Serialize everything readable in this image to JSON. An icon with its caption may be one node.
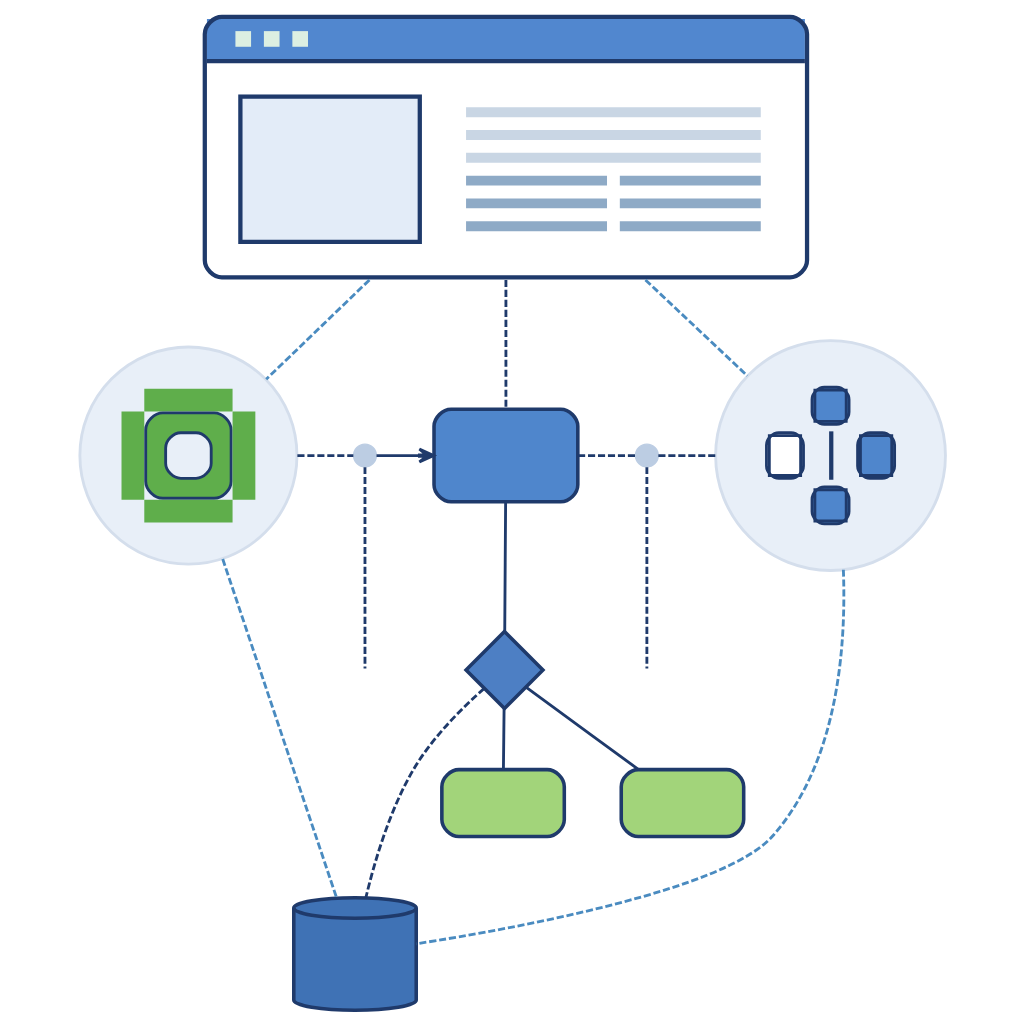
{
  "diagram": {
    "nodes": [
      {
        "text": [],
        "shape": "picture"
      },
      {
        "text": [],
        "shape": "picture"
      },
      {
        "text": [],
        "shape": "circle"
      },
      {
        "text": [],
        "shape": "box"
      },
      {
        "text": [],
        "shape": "circle"
      },
      {
        "text": [],
        "shape": "picture"
      },
      {
        "text": [],
        "shape": "diamond"
      },
      {
        "text": [],
        "shape": "box"
      },
      {
        "text": [],
        "shape": "box"
      },
      {
        "text": [],
        "shape": "cylinder"
      }
    ],
    "edges": [
      {
        "from": 0,
        "to": 3,
        "arrow": "none",
        "style": "dashed"
      },
      {
        "from": 2,
        "to": 3,
        "arrow": "to"
      },
      {
        "from": 1,
        "to": 2,
        "arrow": "none",
        "style": "dashed"
      },
      {
        "from": 2,
        "to": null,
        "arrow": "none",
        "style": "dashed"
      },
      {
        "from": 3,
        "to": 4,
        "arrow": "none",
        "style": "dashed"
      },
      {
        "from": 4,
        "to": 5,
        "arrow": "none",
        "style": "dashed"
      },
      {
        "from": 4,
        "to": null,
        "arrow": "none",
        "style": "dashed"
      },
      {
        "from": 3,
        "to": 6,
        "arrow": "none"
      },
      {
        "from": 6,
        "to": 7,
        "arrow": "none"
      },
      {
        "from": 6,
        "to": 8,
        "arrow": "none"
      },
      {
        "from": 6,
        "to": 9,
        "arrow": "none",
        "style": "dashed"
      },
      {
        "from": 0,
        "to": 1,
        "arrow": "none",
        "style": "dashed",
        "color": "#4a8bc0"
      },
      {
        "from": 1,
        "to": 9,
        "arrow": "none",
        "style": "dashed",
        "color": "#4a8bc0"
      },
      {
        "from": 0,
        "to": 5,
        "arrow": "none",
        "style": "dashed",
        "color": "#4a8bc0"
      },
      {
        "from": 5,
        "to": 9,
        "arrow": "none",
        "style": "dashed",
        "color": "#4a8bc0"
      }
    ]
  }
}
